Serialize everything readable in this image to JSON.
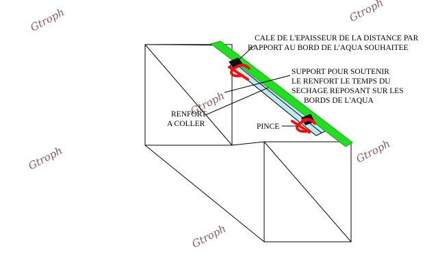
{
  "diagram": {
    "labels": {
      "cale_line1": "CALE  DE L'EPAISSEUR DE LA DISTANCE  PAR",
      "cale_line2": "RAPPORT AU BORD DE L'AQUA SOUHAITEE",
      "support_line1": "SUPPORT POUR SOUTENIR",
      "support_line2": "LE RENFORT LE TEMPS DU",
      "support_line3": "SECHAGE REPOSANT SUR LES",
      "support_line4": "BORDS DE L'AQUA",
      "renfort_line1": "RENFORT",
      "renfort_line2": "A COLLER",
      "pince": "PINCE"
    },
    "watermark": "Gtroph",
    "colors": {
      "support_bar": "#22dd22",
      "renfort_glass": "#bfe9f0",
      "clamp": "#ee1111",
      "cale_block": "#111111",
      "watermark": "#8a5a5a"
    }
  }
}
